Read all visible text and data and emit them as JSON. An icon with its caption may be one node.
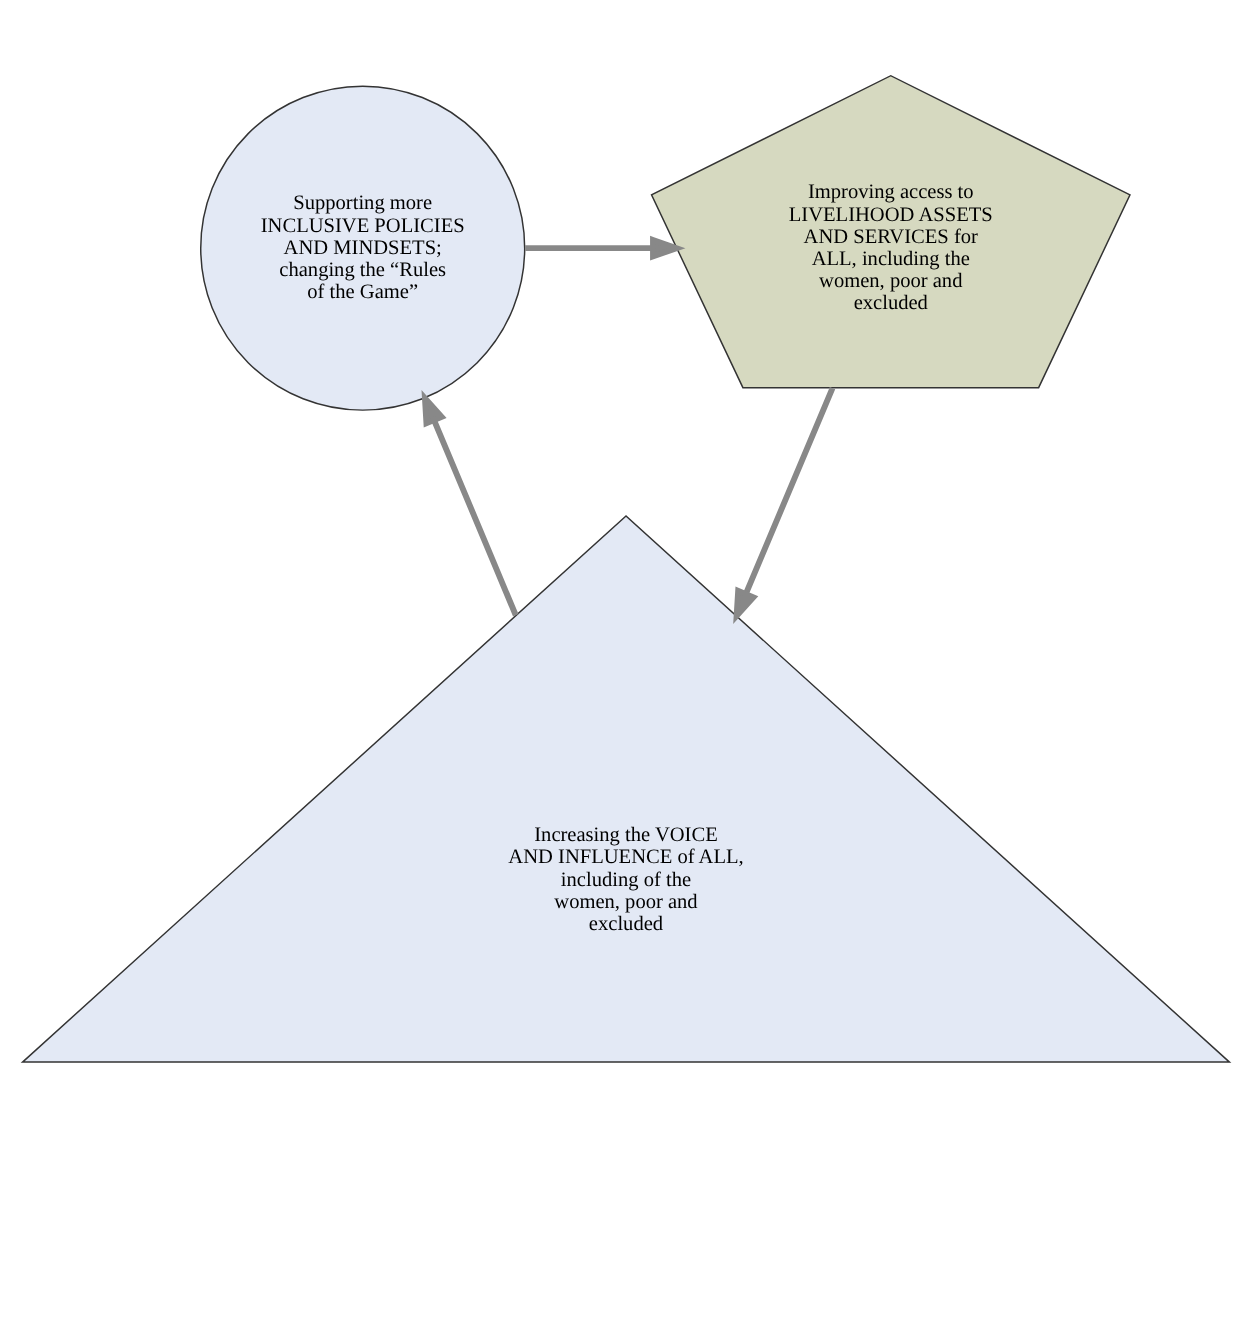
{
  "diagram": {
    "nodes": [
      {
        "text": [
          "Improving access to LIVELIHOOD ASSETS AND SERVICES for ALL, including the women, poor and excluded"
        ]
      },
      {
        "text": [
          "Supporting more INCLUSIVE POLICIES AND MINDSETS; changing the “Rules of the Game”"
        ]
      },
      {
        "text": [
          "Increasing the VOICE AND INFLUENCE of ALL, including of the women, poor and excluded"
        ]
      }
    ],
    "edges": [
      {
        "from": 1,
        "to": 0,
        "arrow": "to"
      },
      {
        "from": 0,
        "to": 2,
        "arrow": "to"
      },
      {
        "from": 2,
        "to": 1,
        "arrow": "to"
      }
    ]
  }
}
